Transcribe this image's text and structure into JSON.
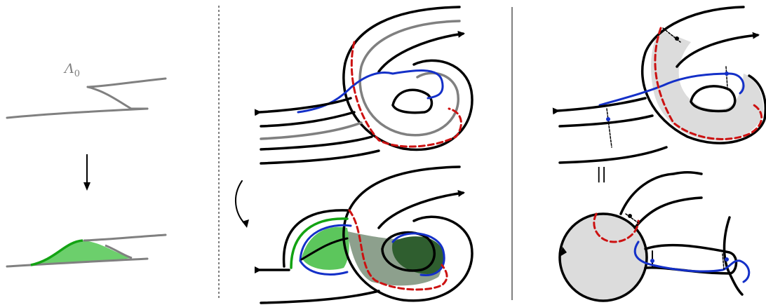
{
  "labels": {
    "lambda_symbol": "Λ",
    "lambda_subscript": "0",
    "equality": "||"
  },
  "colors": {
    "stroke": "#000000",
    "lambda_gray": "#808080",
    "green_curve": "#13a313",
    "green_fill": "#5cc65c",
    "dark_green_fill": "#2f5e2f",
    "olive_fill": "#8da08d",
    "blue_curve": "#1430c8",
    "red_dashed": "#cc1111",
    "disk_gray": "#dcdcdc"
  },
  "panels": [
    "left-move",
    "middle-band-pictures",
    "right-band-pictures"
  ]
}
